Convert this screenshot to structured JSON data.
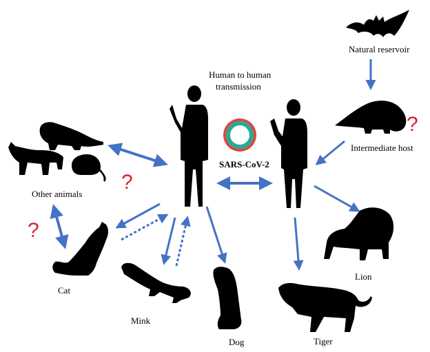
{
  "labels": {
    "natural_reservoir": "Natural reservoir",
    "intermediate_host": "Intermediate host",
    "human_to_human_line1": "Human to human",
    "human_to_human_line2": "transmission",
    "virus": "SARS-CoV-2",
    "other_animals": "Other animals",
    "cat": "Cat",
    "mink": "Mink",
    "dog": "Dog",
    "tiger": "Tiger",
    "lion": "Lion"
  },
  "question_mark": "?",
  "colors": {
    "arrow": "#4472c4",
    "silhouette": "#000000",
    "question": "#e0202a",
    "virus_ring": "#2aa89a",
    "virus_spike": "#d84a3a"
  },
  "icons": [
    "bat-icon",
    "pangolin-icon",
    "human-icon",
    "virus-icon",
    "ferret-icon",
    "lynx-icon",
    "mouse-icon",
    "cat-icon",
    "mink-icon",
    "dog-icon",
    "tiger-icon",
    "lion-icon"
  ]
}
